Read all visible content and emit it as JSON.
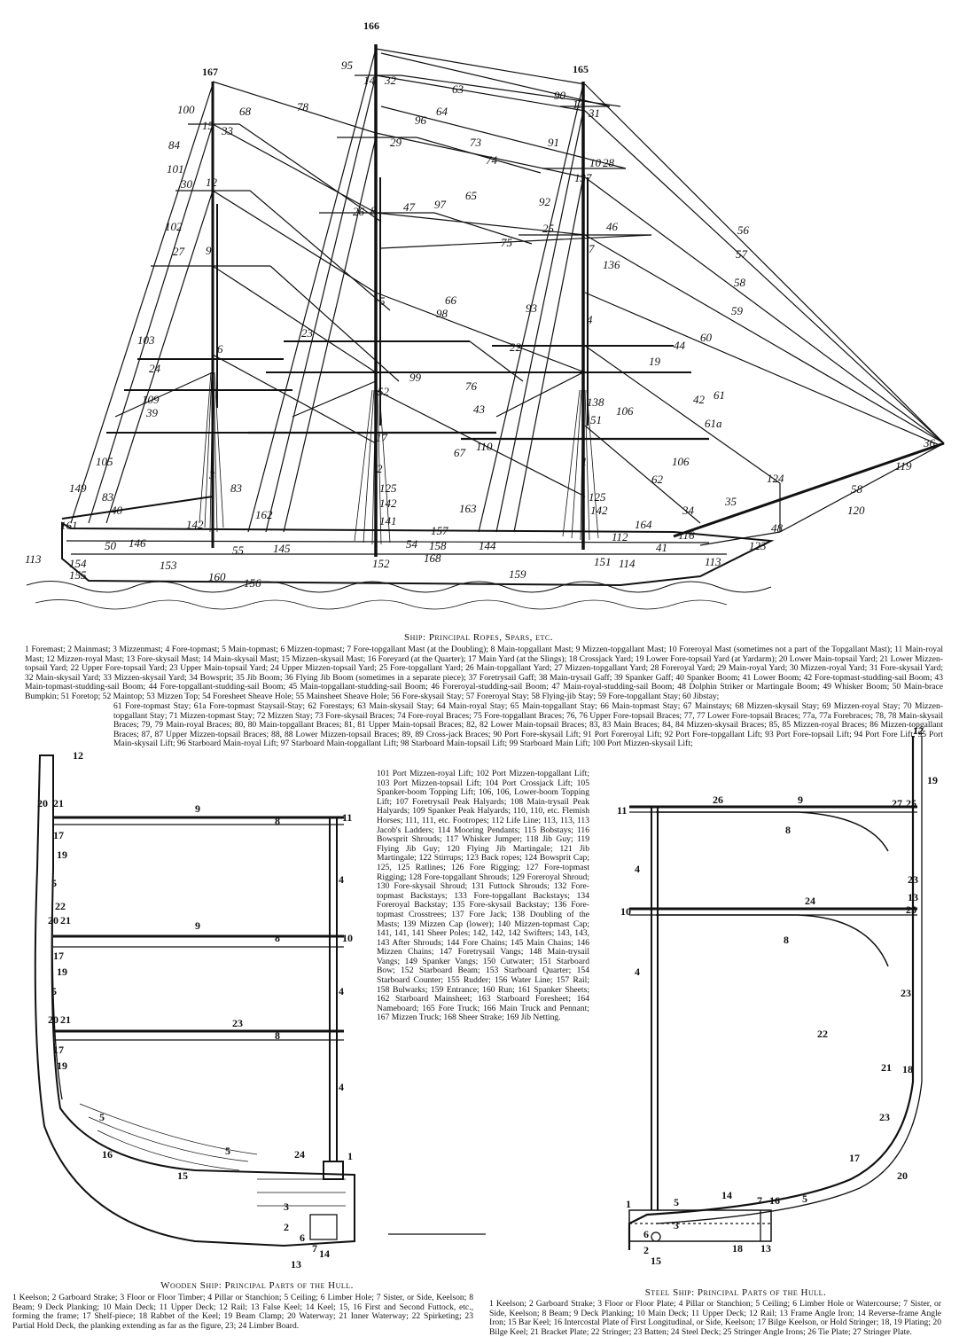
{
  "ship": {
    "caption": "Ship: Principal Ropes, Spars, etc.",
    "legend": "1 Foremast; 2 Mainmast; 3 Mizzenmast; 4 Fore-topmast; 5 Main-topmast; 6 Mizzen-topmast; 7 Fore-topgallant Mast (at the Doubling); 8 Main-topgallant Mast; 9 Mizzen-topgallant Mast; 10 Foreroyal Mast (sometimes not a part of the Topgallant Mast); 11 Main-royal Mast; 12 Mizzen-royal Mast; 13 Fore-skysail Mast; 14 Main-skysail Mast; 15 Mizzen-skysail Mast; 16 Foreyard (at the Quarter); 17 Main Yard (at the Slings); 18 Crossjack Yard; 19 Lower Fore-topsail Yard (at Yardarm); 20 Lower Main-topsail Yard; 21 Lower Mizzen-topsail Yard; 22 Upper Fore-topsail Yard; 23 Upper Main-topsail Yard; 24 Upper Mizzen-topsail Yard; 25 Fore-topgallant Yard; 26 Main-topgallant Yard; 27 Mizzen-topgallant Yard; 28 Foreroyal Yard; 29 Main-royal Yard; 30 Mizzen-royal Yard; 31 Fore-skysail Yard; 32 Main-skysail Yard; 33 Mizzen-skysail Yard; 34 Bowsprit; 35 Jib Boom; 36 Flying Jib Boom (sometimes in a separate piece); 37 Foretrysail Gaff; 38 Main-trysail Gaff; 39 Spanker Gaff; 40 Spanker Boom; 41 Lower Boom; 42 Fore-topmast-studding-sail Boom; 43 Main-topmast-studding-sail Boom; 44 Fore-topgallant-studding-sail Boom; 45 Main-topgallant-studding-sail Boom; 46 Foreroyal-studding-sail Boom; 47 Main-royal-studding-sail Boom; 48 Dolphin Striker or Martingale Boom; 49 Whisker Boom; 50 Main-brace Bumpkin; 51 Foretop; 52 Maintop; 53 Mizzen Top; 54 Foresheet Sheave Hole; 55 Mainsheet Sheave Hole; 56 Fore-skysail Stay; 57 Foreroyal Stay; 58 Flying-jib Stay; 59 Fore-topgallant Stay; 60 Jibstay;",
    "legend_indented": "61 Fore-topmast Stay; 61a Fore-topmast Staysail-Stay; 62 Forestays; 63 Main-skysail Stay; 64 Main-royal Stay; 65 Main-topgallant Stay; 66 Main-topmast Stay; 67 Mainstays; 68 Mizzen-skysail Stay; 69 Mizzen-royal Stay; 70 Mizzen-topgallant Stay; 71 Mizzen-topmast Stay; 72 Mizzen Stay; 73 Fore-skysail Braces; 74 Fore-royal Braces; 75 Fore-topgallant Braces; 76, 76 Upper Fore-topsail Braces; 77, 77 Lower Fore-topsail Braces; 77a, 77a Forebraces; 78, 78 Main-skysail Braces; 79, 79 Main-royal Braces; 80, 80 Main-topgallant Braces; 81, 81 Upper Main-topsail Braces; 82, 82 Lower Main-topsail Braces; 83, 83 Main Braces; 84, 84 Mizzen-skysail Braces; 85, 85 Mizzen-royal Braces; 86 Mizzen-topgallant Braces; 87, 87 Upper Mizzen-topsail Braces; 88, 88 Lower Mizzen-topsail Braces; 89, 89 Cross-jack Braces; 90 Port Fore-skysail Lift; 91 Port Foreroyal Lift; 92 Port Fore-topgallant Lift; 93 Port Fore-topsail Lift; 94 Port Fore Lift; 95 Port Main-skysail Lift; 96 Starboard Main-royal Lift; 97 Starboard Main-topgallant Lift; 98 Starboard Main-topsail Lift; 99 Starboard Main Lift; 100 Port Mizzen-skysail Lift;",
    "legend_column": "101 Port Mizzen-royal Lift; 102 Port Mizzen-topgallant Lift; 103 Port Mizzen-topsail Lift; 104 Port Crossjack Lift; 105 Spanker-boom Topping Lift; 106, 106, Lower-boom Topping Lift; 107 Foretrysail Peak Halyards; 108 Main-trysail Peak Halyards; 109 Spanker Peak Halyards; 110, 110, etc. Flemish Horses; 111, 111, etc. Footropes; 112 Life Line; 113, 113, 113 Jacob's Ladders; 114 Mooring Pendants; 115 Bobstays; 116 Bowsprit Shrouds; 117 Whisker Jumper; 118 Jib Guy; 119 Flying Jib Guy; 120 Flying Jib Martingale; 121 Jib Martingale; 122 Stirrups; 123 Back ropes; 124 Bowsprit Cap; 125, 125 Ratlines; 126 Fore Rigging; 127 Fore-topmast Rigging; 128 Fore-topgallant Shrouds; 129 Foreroyal Shroud; 130 Fore-skysail Shroud; 131 Futtock Shrouds; 132 Fore-topmast Backstays; 133 Fore-topgallant Backstays; 134 Foreroyal Backstay; 135 Fore-skysail Backstay; 136 Fore-topmast Crosstrees; 137 Fore Jack; 138 Doubling of the Masts; 139 Mizzen Cap (lower); 140 Mizzen-topmast Cap; 141, 141, 141 Sheer Poles; 142, 142, 142 Swifters; 143, 143, 143 After Shrouds; 144 Fore Chains; 145 Main Chains; 146 Mizzen Chains; 147 Foretrysail Vangs; 148 Main-trysail Vangs; 149 Spanker Vangs; 150 Cutwater; 151 Starboard Bow; 152 Starboard Beam; 153 Starboard Quarter; 154 Starboard Counter; 155 Rudder; 156 Water Line; 157 Rail; 158 Bulwarks; 159 Entrance; 160 Run; 161 Spanker Sheets; 162 Starboard Mainsheet; 163 Starboard Foresheet; 164 Nameboard; 165 Fore Truck; 166 Main Truck and Pennant; 167 Mizzen Truck; 168 Sheer Strake; 169 Jib Netting."
  },
  "wooden_hull": {
    "caption": "Wooden Ship: Principal Parts of the Hull.",
    "legend": "1 Keelson; 2 Garboard Strake; 3 Floor or Floor Timber; 4 Pillar or Stanchion; 5 Ceiling; 6 Limber Hole; 7 Sister, or Side, Keelson; 8 Beam; 9 Deck Planking; 10 Main Deck; 11 Upper Deck; 12 Rail; 13 False Keel; 14 Keel; 15, 16 First and Second Futtock, etc., forming the frame; 17 Shelf-piece; 18 Rabbet of the Keel; 19 Beam Clamp; 20 Waterway; 21 Inner Waterway; 22 Spirketing; 23 Partial Hold Deck, the planking extending as far as the figure, 23; 24 Limber Board."
  },
  "steel_hull": {
    "caption": "Steel Ship: Principal Parts of the Hull.",
    "legend": "1 Keelson; 2 Garboard Strake; 3 Floor or Floor Plate; 4 Pillar or Stanchion; 5 Ceiling; 6 Limber Hole or Watercourse; 7 Sister, or Side, Keelson; 8 Beam; 9 Deck Planking; 10 Main Deck; 11 Upper Deck; 12 Rail; 13 Frame Angle Iron; 14 Reverse-frame Angle Iron; 15 Bar Keel; 16 Intercostal Plate of First Longitudinal, or Side, Keelson; 17 Bilge Keelson, or Hold Stringer; 18, 19 Plating; 20 Bilge Keel; 21 Bracket Plate; 22 Stringer; 23 Batten; 24 Steel Deck; 25 Stringer Angle Irons; 26 Tie Plate; 27 Stringer Plate."
  },
  "labels": {
    "truck_mizzen": "167",
    "truck_main": "166",
    "truck_fore": "165",
    "l100": "100",
    "l68": "68",
    "l15": "15",
    "l33": "33",
    "l84": "84",
    "l101": "101",
    "l30": "30",
    "l12": "12",
    "l102": "102",
    "l27": "27",
    "l9": "9",
    "l103": "103",
    "l24": "24",
    "l6": "6",
    "l109": "109",
    "l39": "39",
    "l105": "105",
    "l3": "3",
    "l83a": "83",
    "l83b": "83",
    "l40": "40",
    "l149": "149",
    "l161": "161",
    "l50": "50",
    "l146": "146",
    "l142a": "142",
    "l153": "153",
    "l154": "154",
    "l155": "155",
    "l113a": "113",
    "l160": "160",
    "l156": "156",
    "l95": "95",
    "l14": "14",
    "l32": "32",
    "l78": "78",
    "l29": "29",
    "l26": "26",
    "l8": "8",
    "l47": "47",
    "l97": "97",
    "l5": "5",
    "l23": "23",
    "l52": "52",
    "l17": "17",
    "l2": "2",
    "l125a": "125",
    "l142b": "142",
    "l141": "141",
    "l145": "145",
    "l152": "152",
    "l54": "54",
    "l158": "158",
    "l157": "157",
    "l168": "168",
    "l55": "55",
    "l162": "162",
    "l63": "63",
    "l64": "64",
    "l96": "96",
    "l73": "73",
    "l74": "74",
    "l65": "65",
    "l75": "75",
    "l66": "66",
    "l98": "98",
    "l99": "99",
    "l76": "76",
    "l43": "43",
    "l110": "110",
    "l67": "67",
    "l163": "163",
    "l90": "90",
    "l13": "13",
    "l31": "31",
    "l91": "91",
    "l10": "10",
    "l28": "28",
    "l137": "137",
    "l92": "92",
    "l25": "25",
    "l46": "46",
    "l7": "7",
    "l136": "136",
    "l93": "93",
    "l4": "4",
    "l22": "22",
    "l44": "44",
    "l19": "19",
    "l138": "138",
    "l51": "51",
    "l106a": "106",
    "l106b": "106",
    "l1": "1",
    "l125b": "125",
    "l142c": "142",
    "l62": "62",
    "l164": "164",
    "l112": "112",
    "l144": "144",
    "l159": "159",
    "l151": "151",
    "l114": "114",
    "l113b": "113",
    "l56": "56",
    "l57": "57",
    "l58": "58",
    "l59": "59",
    "l60": "60",
    "l61": "61",
    "l61a": "61a",
    "l42": "42",
    "l36": "36",
    "l124": "124",
    "l34": "34",
    "l35": "35",
    "l119": "119",
    "l120": "120",
    "l116": "116",
    "l123": "123",
    "l58b": "58",
    "l48": "48",
    "l41": "41",
    "w12": "12",
    "w20": "20",
    "w21": "21",
    "w9a": "9",
    "w8a": "8",
    "w11": "11",
    "w17a": "17",
    "w19a": "19",
    "w5a": "5",
    "w4a": "4",
    "w22": "22",
    "w20b": "20",
    "w21b": "21",
    "w9b": "9",
    "w8b": "8",
    "w10": "10",
    "w17b": "17",
    "w19b": "19",
    "w5b": "5",
    "w4b": "4",
    "w20c": "20",
    "w21c": "21",
    "w23": "23",
    "w8c": "8",
    "w17c": "17",
    "w19c": "19",
    "w4c": "4",
    "w5c": "5",
    "w16": "16",
    "w15": "15",
    "w5d": "5",
    "w24": "24",
    "w1": "1",
    "w3": "3",
    "w2": "2",
    "w6": "6",
    "w7": "7",
    "w13": "13",
    "w14": "14",
    "s12": "12",
    "s19": "19",
    "s11": "11",
    "s26": "26",
    "s9": "9",
    "s27": "27",
    "s25a": "25",
    "s8a": "8",
    "s4a": "4",
    "s23a": "23",
    "s13": "13",
    "s10": "10",
    "s24": "24",
    "s25b": "25",
    "s8b": "8",
    "s4b": "4",
    "s23b": "23",
    "s22": "22",
    "s21": "21",
    "s18": "18",
    "s23c": "23",
    "s17": "17",
    "s20": "20",
    "s1": "1",
    "s5a": "5",
    "s14": "14",
    "s7": "7",
    "s16": "16",
    "s5b": "5",
    "s6": "6",
    "s3": "3",
    "s2": "2",
    "s18b": "18",
    "s13b": "13",
    "s15": "15"
  }
}
